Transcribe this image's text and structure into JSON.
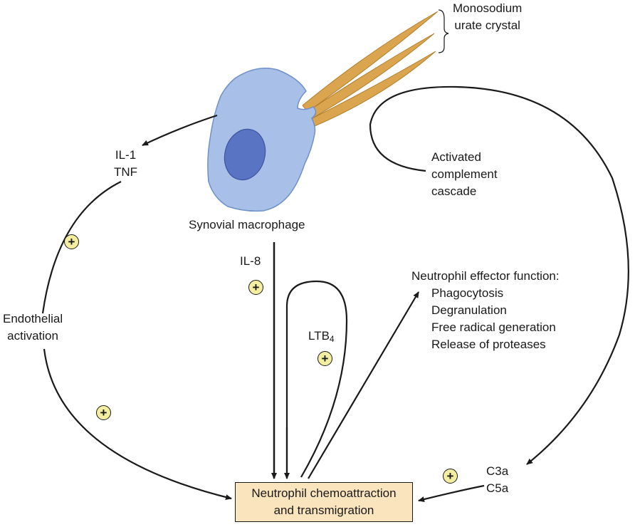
{
  "labels": {
    "crystal_line1": "Monosodium",
    "crystal_line2": "urate crystal",
    "il1": "IL-1",
    "tnf": "TNF",
    "macrophage": "Synovial macrophage",
    "complement_line1": "Activated",
    "complement_line2": "complement",
    "complement_line3": "cascade",
    "il8": "IL-8",
    "ltb_main": "LTB",
    "ltb_sub": "4",
    "effector_title": "Neutrophil effector function:",
    "effector_items": [
      "Phagocytosis",
      "Degranulation",
      "Free radical generation",
      "Release of proteases"
    ],
    "endothelial_line1": "Endothelial",
    "endothelial_line2": "activation",
    "c3a": "C3a",
    "c5a": "C5a",
    "box_line1": "Neutrophil chemoattraction",
    "box_line2": "and transmigration",
    "plus_sign": "+"
  },
  "colors": {
    "cell": "#a8bfe8",
    "cell_outline": "#7090c8",
    "nucleus": "#5a74c4",
    "crystal": "#dba44f",
    "box_fill": "#fae4bd",
    "plus_fill": "#f3eea0"
  }
}
